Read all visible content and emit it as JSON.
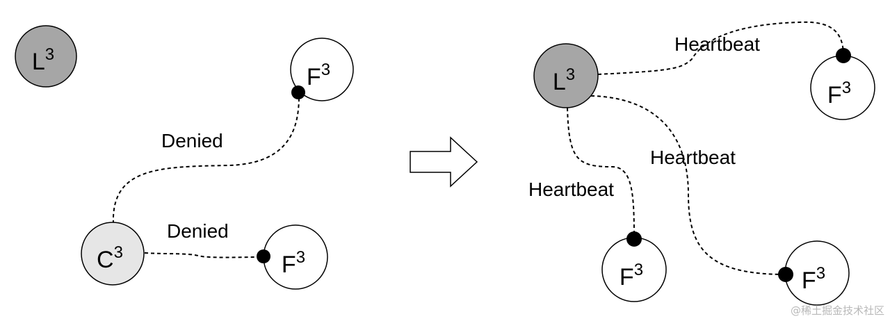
{
  "nodes": {
    "left_leader": {
      "letter": "L",
      "sup": "3",
      "fill": "#a6a6a6"
    },
    "left_f_top": {
      "letter": "F",
      "sup": "3",
      "fill": "#ffffff"
    },
    "candidate": {
      "letter": "C",
      "sup": "3",
      "fill": "#e6e6e6"
    },
    "left_f_bottom": {
      "letter": "F",
      "sup": "3",
      "fill": "#ffffff"
    },
    "right_leader": {
      "letter": "L",
      "sup": "3",
      "fill": "#a6a6a6"
    },
    "right_f_top": {
      "letter": "F",
      "sup": "3",
      "fill": "#ffffff"
    },
    "right_f_mid": {
      "letter": "F",
      "sup": "3",
      "fill": "#ffffff"
    },
    "right_f_right": {
      "letter": "F",
      "sup": "3",
      "fill": "#ffffff"
    }
  },
  "edge_labels": {
    "denied_top": "Denied",
    "denied_bottom": "Denied",
    "heartbeat_top": "Heartbeat",
    "heartbeat_middle": "Heartbeat",
    "heartbeat_left": "Heartbeat"
  },
  "watermark": "@稀土掘金技术社区"
}
